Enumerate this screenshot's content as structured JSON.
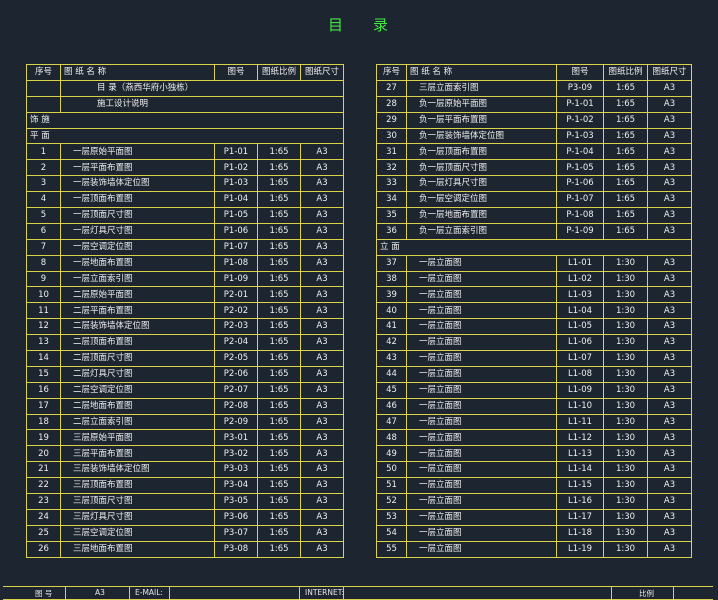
{
  "title": {
    "part1": "目",
    "part2": "录"
  },
  "headers": {
    "num": "序号",
    "name": "图 纸 名 称",
    "code": "图号",
    "scale": "图纸比例",
    "size": "图纸尺寸"
  },
  "left": {
    "intro": [
      {
        "name": "目 录（燕西华府小独栋）"
      },
      {
        "name": "施工设计说明"
      }
    ],
    "section1": "饰   施",
    "section2": "平   面",
    "rows": [
      {
        "num": "1",
        "name": "一层原始平面图",
        "code": "P1-01",
        "scale": "1:65",
        "size": "A3"
      },
      {
        "num": "2",
        "name": "一层平面布置图",
        "code": "P1-02",
        "scale": "1:65",
        "size": "A3"
      },
      {
        "num": "3",
        "name": "一层装饰墙体定位图",
        "code": "P1-03",
        "scale": "1:65",
        "size": "A3"
      },
      {
        "num": "4",
        "name": "一层顶面布置图",
        "code": "P1-04",
        "scale": "1:65",
        "size": "A3"
      },
      {
        "num": "5",
        "name": "一层顶面尺寸图",
        "code": "P1-05",
        "scale": "1:65",
        "size": "A3"
      },
      {
        "num": "6",
        "name": "一层灯具尺寸图",
        "code": "P1-06",
        "scale": "1:65",
        "size": "A3"
      },
      {
        "num": "7",
        "name": "一层空调定位图",
        "code": "P1-07",
        "scale": "1:65",
        "size": "A3"
      },
      {
        "num": "8",
        "name": "一层地面布置图",
        "code": "P1-08",
        "scale": "1:65",
        "size": "A3"
      },
      {
        "num": "9",
        "name": "一层立面索引图",
        "code": "P1-09",
        "scale": "1:65",
        "size": "A3"
      },
      {
        "num": "10",
        "name": "二层原始平面图",
        "code": "P2-01",
        "scale": "1:65",
        "size": "A3"
      },
      {
        "num": "11",
        "name": "二层平面布置图",
        "code": "P2-02",
        "scale": "1:65",
        "size": "A3"
      },
      {
        "num": "12",
        "name": "二层装饰墙体定位图",
        "code": "P2-03",
        "scale": "1:65",
        "size": "A3"
      },
      {
        "num": "13",
        "name": "二层顶面布置图",
        "code": "P2-04",
        "scale": "1:65",
        "size": "A3"
      },
      {
        "num": "14",
        "name": "二层顶面尺寸图",
        "code": "P2-05",
        "scale": "1:65",
        "size": "A3"
      },
      {
        "num": "15",
        "name": "二层灯具尺寸图",
        "code": "P2-06",
        "scale": "1:65",
        "size": "A3"
      },
      {
        "num": "16",
        "name": "二层空调定位图",
        "code": "P2-07",
        "scale": "1:65",
        "size": "A3"
      },
      {
        "num": "17",
        "name": "二层地面布置图",
        "code": "P2-08",
        "scale": "1:65",
        "size": "A3"
      },
      {
        "num": "18",
        "name": "二层立面索引图",
        "code": "P2-09",
        "scale": "1:65",
        "size": "A3"
      },
      {
        "num": "19",
        "name": "三层原始平面图",
        "code": "P3-01",
        "scale": "1:65",
        "size": "A3"
      },
      {
        "num": "20",
        "name": "三层平面布置图",
        "code": "P3-02",
        "scale": "1:65",
        "size": "A3"
      },
      {
        "num": "21",
        "name": "三层装饰墙体定位图",
        "code": "P3-03",
        "scale": "1:65",
        "size": "A3"
      },
      {
        "num": "22",
        "name": "三层顶面布置图",
        "code": "P3-04",
        "scale": "1:65",
        "size": "A3"
      },
      {
        "num": "23",
        "name": "三层顶面尺寸图",
        "code": "P3-05",
        "scale": "1:65",
        "size": "A3"
      },
      {
        "num": "24",
        "name": "三层灯具尺寸图",
        "code": "P3-06",
        "scale": "1:65",
        "size": "A3"
      },
      {
        "num": "25",
        "name": "三层空调定位图",
        "code": "P3-07",
        "scale": "1:65",
        "size": "A3"
      },
      {
        "num": "26",
        "name": "三层地面布置图",
        "code": "P3-08",
        "scale": "1:65",
        "size": "A3"
      }
    ]
  },
  "right": {
    "rows_a": [
      {
        "num": "27",
        "name": "三层立面索引图",
        "code": "P3-09",
        "scale": "1:65",
        "size": "A3"
      },
      {
        "num": "28",
        "name": "负一层原始平面图",
        "code": "P-1-01",
        "scale": "1:65",
        "size": "A3"
      },
      {
        "num": "29",
        "name": "负一层平面布置图",
        "code": "P-1-02",
        "scale": "1:65",
        "size": "A3"
      },
      {
        "num": "30",
        "name": "负一层装饰墙体定位图",
        "code": "P-1-03",
        "scale": "1:65",
        "size": "A3"
      },
      {
        "num": "31",
        "name": "负一层顶面布置图",
        "code": "P-1-04",
        "scale": "1:65",
        "size": "A3"
      },
      {
        "num": "32",
        "name": "负一层顶面尺寸图",
        "code": "P-1-05",
        "scale": "1:65",
        "size": "A3"
      },
      {
        "num": "33",
        "name": "负一层灯具尺寸图",
        "code": "P-1-06",
        "scale": "1:65",
        "size": "A3"
      },
      {
        "num": "34",
        "name": "负一层空调定位图",
        "code": "P-1-07",
        "scale": "1:65",
        "size": "A3"
      },
      {
        "num": "35",
        "name": "负一层地面布置图",
        "code": "P-1-08",
        "scale": "1:65",
        "size": "A3"
      },
      {
        "num": "36",
        "name": "负一层立面索引图",
        "code": "P-1-09",
        "scale": "1:65",
        "size": "A3"
      }
    ],
    "section": "立   面",
    "rows_b": [
      {
        "num": "37",
        "name": "一层立面图",
        "code": "L1-01",
        "scale": "1:30",
        "size": "A3"
      },
      {
        "num": "38",
        "name": "一层立面图",
        "code": "L1-02",
        "scale": "1:30",
        "size": "A3"
      },
      {
        "num": "39",
        "name": "一层立面图",
        "code": "L1-03",
        "scale": "1:30",
        "size": "A3"
      },
      {
        "num": "40",
        "name": "一层立面图",
        "code": "L1-04",
        "scale": "1:30",
        "size": "A3"
      },
      {
        "num": "41",
        "name": "一层立面图",
        "code": "L1-05",
        "scale": "1:30",
        "size": "A3"
      },
      {
        "num": "42",
        "name": "一层立面图",
        "code": "L1-06",
        "scale": "1:30",
        "size": "A3"
      },
      {
        "num": "43",
        "name": "一层立面图",
        "code": "L1-07",
        "scale": "1:30",
        "size": "A3"
      },
      {
        "num": "44",
        "name": "一层立面图",
        "code": "L1-08",
        "scale": "1:30",
        "size": "A3"
      },
      {
        "num": "45",
        "name": "一层立面图",
        "code": "L1-09",
        "scale": "1:30",
        "size": "A3"
      },
      {
        "num": "46",
        "name": "一层立面图",
        "code": "L1-10",
        "scale": "1:30",
        "size": "A3"
      },
      {
        "num": "47",
        "name": "一层立面图",
        "code": "L1-11",
        "scale": "1:30",
        "size": "A3"
      },
      {
        "num": "48",
        "name": "一层立面图",
        "code": "L1-12",
        "scale": "1:30",
        "size": "A3"
      },
      {
        "num": "49",
        "name": "一层立面图",
        "code": "L1-13",
        "scale": "1:30",
        "size": "A3"
      },
      {
        "num": "50",
        "name": "一层立面图",
        "code": "L1-14",
        "scale": "1:30",
        "size": "A3"
      },
      {
        "num": "51",
        "name": "一层立面图",
        "code": "L1-15",
        "scale": "1:30",
        "size": "A3"
      },
      {
        "num": "52",
        "name": "一层立面图",
        "code": "L1-16",
        "scale": "1:30",
        "size": "A3"
      },
      {
        "num": "53",
        "name": "一层立面图",
        "code": "L1-17",
        "scale": "1:30",
        "size": "A3"
      },
      {
        "num": "54",
        "name": "一层立面图",
        "code": "L1-18",
        "scale": "1:30",
        "size": "A3"
      },
      {
        "num": "55",
        "name": "一层立面图",
        "code": "L1-19",
        "scale": "1:30",
        "size": "A3"
      }
    ]
  },
  "footer": {
    "label_code": "图  号",
    "size": "A3",
    "email": "E-MAIL:",
    "internet": "INTERNET:",
    "scale": "比例"
  },
  "colors": {
    "background": "#1c2530",
    "grid": "#d9d24a",
    "title": "#43e843",
    "text": "#f0f0f0"
  }
}
